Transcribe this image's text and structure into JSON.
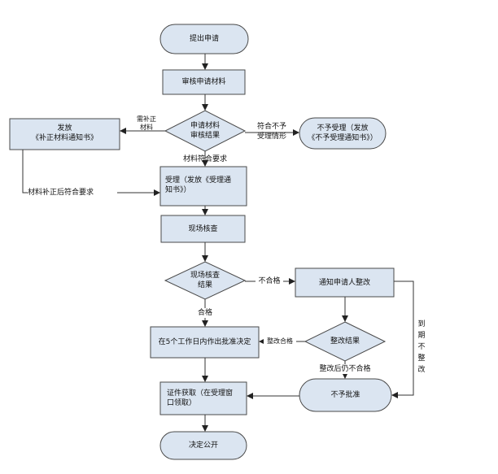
{
  "nodes": {
    "start": "提出申请",
    "review_materials": "审核申请材料",
    "review_decision": [
      "申请材料",
      "审核结果"
    ],
    "issue_correction": [
      "发放",
      "《补正材料通知书》"
    ],
    "reject_acceptance": [
      "不予受理（发放",
      "《不予受理通知书》）"
    ],
    "accept": [
      "受理（发放《受理通",
      "知书》）"
    ],
    "site_inspection": "现场核查",
    "inspection_decision": [
      "现场核查",
      "结果"
    ],
    "notify_rectify": "通知申请人整改",
    "rectify_decision": "整改结果",
    "approve_decision": "在5个工作日内作出批准决定",
    "obtain_certificate": [
      "证件获取（在受理窗",
      "口领取）"
    ],
    "deny_approval": "不予批准",
    "publish": "决定公开"
  },
  "edge_labels": {
    "need_correction": "需补正材料",
    "meets_no_accept": [
      "符合不予",
      "受理情形"
    ],
    "materials_ok": "材料符合要求",
    "after_correction": "材料补正后符合要求",
    "unqualified": "不合格",
    "qualified": "合格",
    "rectify_ok": "整改合格",
    "still_unqualified": "整改后仍不合格",
    "overdue": "到期不整改"
  },
  "colors": {
    "fill": "#dbe5f1",
    "stroke": "#4a4a4a",
    "line": "#333333"
  }
}
